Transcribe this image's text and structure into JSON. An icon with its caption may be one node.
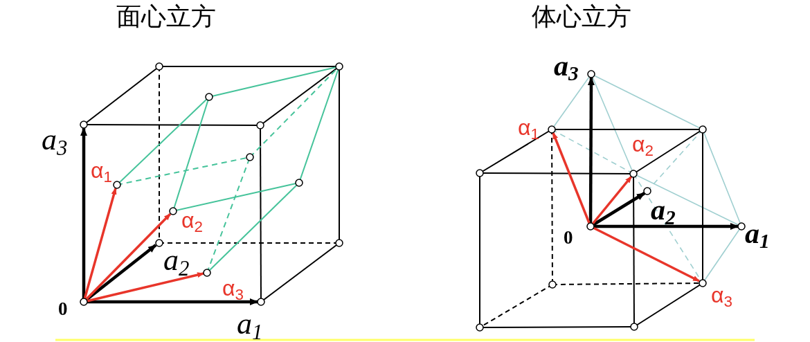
{
  "diagram": {
    "labels": [
      "面心立方",
      "a$_{3}$",
      "α$_{1}$",
      "α$_{2}$",
      "a$_{2}$",
      "0",
      "α$_{3}$",
      "a$_{1}$",
      "体心立方",
      "a$_{3}$",
      "α$_{1}$",
      "α$_{2}$",
      "a$_{2}$",
      "0",
      "a$_{1}$",
      "α$_{3}$"
    ]
  }
}
